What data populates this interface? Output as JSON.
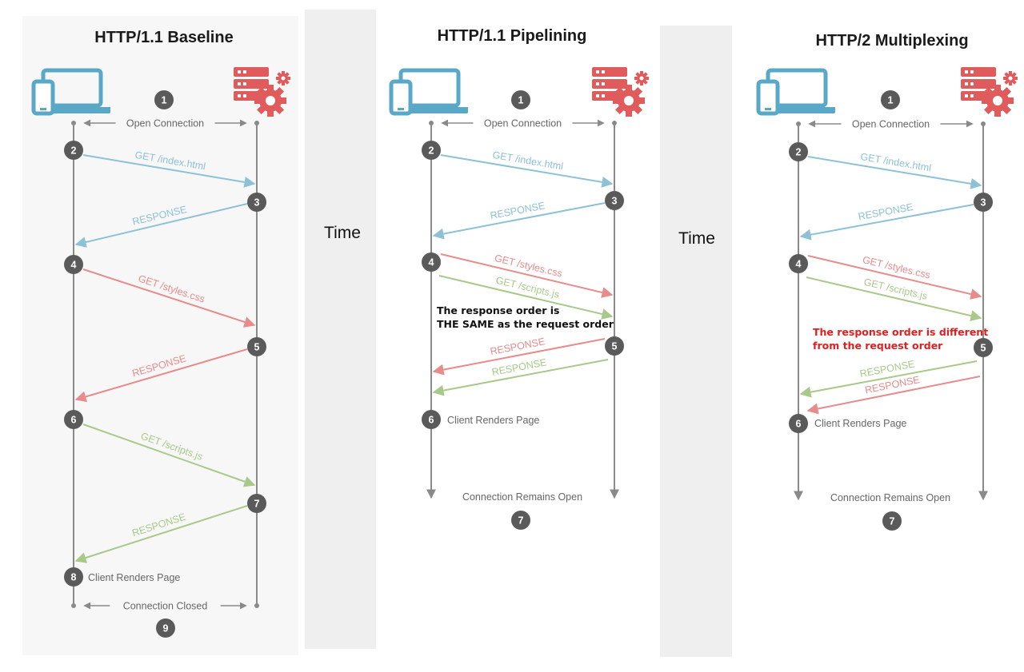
{
  "colors": {
    "client_device": "#5aa8c8",
    "server": "#e05b5b",
    "request_blue": "#8ec1d6",
    "request_red": "#e88b8b",
    "request_green": "#a9c98a",
    "node": "#5a5a5a",
    "lifeline": "#8a8a8a",
    "text_gray": "#666666",
    "note_red": "#e02020"
  },
  "time_label": "Time",
  "panels": [
    {
      "id": "baseline",
      "title": "HTTP/1.1 Baseline",
      "open_connection": "Open Connection",
      "steps": [
        {
          "number": "1"
        },
        {
          "number": "2"
        },
        {
          "number": "3"
        },
        {
          "number": "4"
        },
        {
          "number": "5"
        },
        {
          "number": "6"
        },
        {
          "number": "7"
        },
        {
          "number": "8"
        },
        {
          "number": "9"
        }
      ],
      "messages": [
        {
          "label": "GET /index.html",
          "color": "blue"
        },
        {
          "label": "RESPONSE",
          "color": "blue"
        },
        {
          "label": "GET /styles.css",
          "color": "red"
        },
        {
          "label": "RESPONSE",
          "color": "red"
        },
        {
          "label": "GET /scripts.js",
          "color": "green"
        },
        {
          "label": "RESPONSE",
          "color": "green"
        }
      ],
      "client_renders": "Client Renders Page",
      "closing": "Connection Closed"
    },
    {
      "id": "pipelining",
      "title": "HTTP/1.1 Pipelining",
      "open_connection": "Open Connection",
      "steps": [
        {
          "number": "1"
        },
        {
          "number": "2"
        },
        {
          "number": "3"
        },
        {
          "number": "4"
        },
        {
          "number": "5"
        },
        {
          "number": "6"
        },
        {
          "number": "7"
        }
      ],
      "messages": [
        {
          "label": "GET /index.html",
          "color": "blue"
        },
        {
          "label": "RESPONSE",
          "color": "blue"
        },
        {
          "label": "GET /styles.css",
          "color": "red"
        },
        {
          "label": "GET /scripts.js",
          "color": "green"
        },
        {
          "label": "RESPONSE",
          "color": "red"
        },
        {
          "label": "RESPONSE",
          "color": "green"
        }
      ],
      "note_line1": "The response order is",
      "note_line2": "THE SAME as the request order",
      "client_renders": "Client Renders Page",
      "closing": "Connection Remains Open"
    },
    {
      "id": "multiplexing",
      "title": "HTTP/2 Multiplexing",
      "open_connection": "Open Connection",
      "steps": [
        {
          "number": "1"
        },
        {
          "number": "2"
        },
        {
          "number": "3"
        },
        {
          "number": "4"
        },
        {
          "number": "5"
        },
        {
          "number": "6"
        },
        {
          "number": "7"
        }
      ],
      "messages": [
        {
          "label": "GET /index.html",
          "color": "blue"
        },
        {
          "label": "RESPONSE",
          "color": "blue"
        },
        {
          "label": "GET /styles.css",
          "color": "red"
        },
        {
          "label": "GET /scripts.js",
          "color": "green"
        },
        {
          "label": "RESPONSE",
          "color": "green"
        },
        {
          "label": "RESPONSE",
          "color": "red"
        }
      ],
      "note_line1": "The response order is different",
      "note_line2": "from the request order",
      "client_renders": "Client Renders Page",
      "closing": "Connection Remains Open"
    }
  ]
}
